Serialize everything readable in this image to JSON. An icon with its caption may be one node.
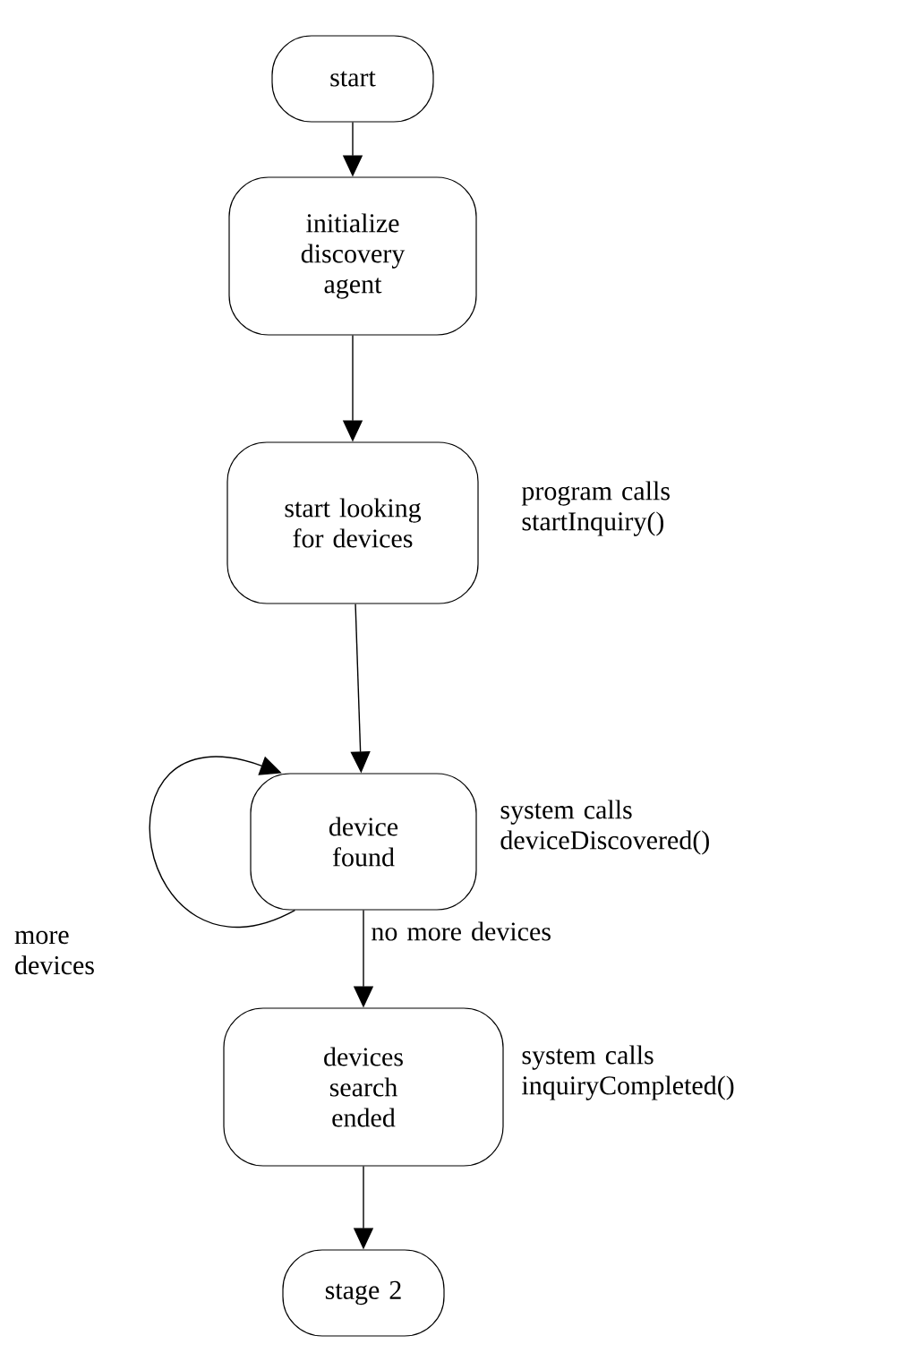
{
  "diagram": {
    "nodes": [
      {
        "text": [
          "start"
        ]
      },
      {
        "text": [
          "initialize discovery agent"
        ]
      },
      {
        "text": [
          "start looking for devices"
        ],
        "beside": [
          "program calls startInquiry()"
        ]
      },
      {
        "text": [
          "device found"
        ],
        "beside": [
          "system calls deviceDiscovered()"
        ]
      },
      {
        "text": [
          "devices search ended"
        ],
        "beside": [
          "system calls inquiryCompleted()"
        ]
      },
      {
        "text": [
          "stage 2"
        ]
      }
    ],
    "edges": [
      {
        "from": 0,
        "to": 1,
        "arrow": "to"
      },
      {
        "from": 1,
        "to": 2,
        "arrow": "to"
      },
      {
        "from": 2,
        "to": 3,
        "arrow": "to"
      },
      {
        "from": 3,
        "to": 3,
        "arrow": "to",
        "label": "more devices"
      },
      {
        "from": 3,
        "to": 4,
        "arrow": "to",
        "label": "no more devices"
      },
      {
        "from": 4,
        "to": 5,
        "arrow": "to"
      }
    ]
  }
}
